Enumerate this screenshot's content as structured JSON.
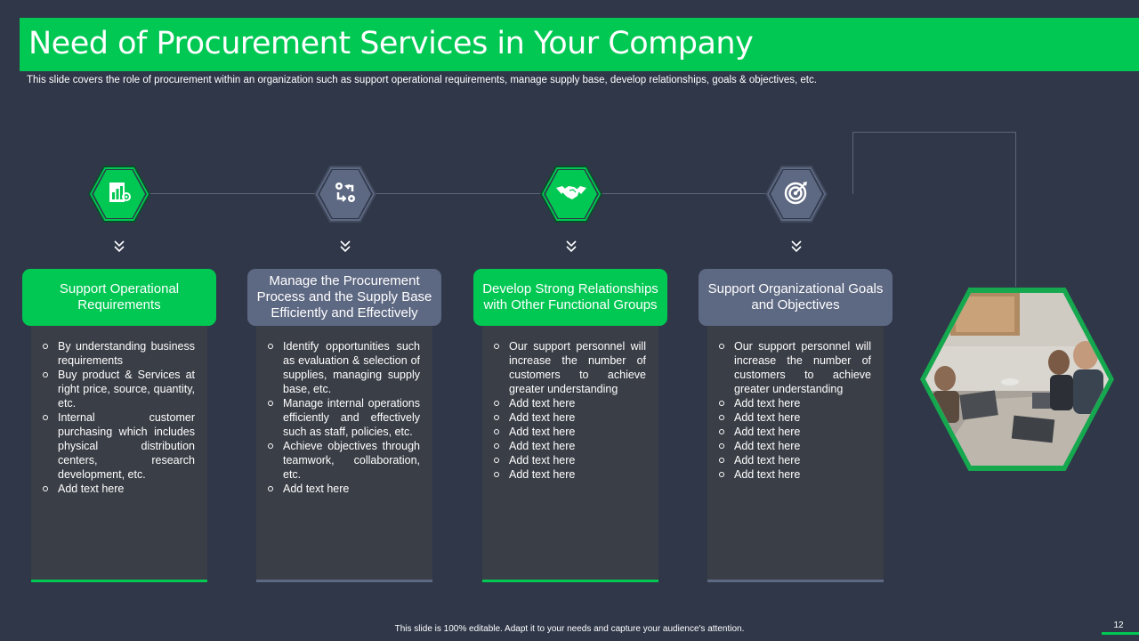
{
  "slide": {
    "title": "Need of Procurement Services in Your Company",
    "subtitle": "This slide covers the role of procurement within an organization such as support operational requirements, manage supply base, develop relationships, goals & objectives, etc.",
    "footer": "This slide is 100% editable.  Adapt it to your needs and capture your audience's attention.",
    "page_number": "12"
  },
  "colors": {
    "accent_green": "#00c853",
    "slate": "#5d6882",
    "background": "#2f3749",
    "card_body": "#3a3e46"
  },
  "cards": [
    {
      "heading": "Support Operational Requirements",
      "icon": "report-chart-icon",
      "style": "green",
      "bullets": [
        "By understanding business requirements",
        "Buy product & Services at right price, source, quantity, etc.",
        "Internal customer purchasing which includes physical distribution centers, research development,  etc.",
        "Add text here"
      ]
    },
    {
      "heading": "Manage the Procurement Process and the Supply Base Efficiently and Effectively",
      "icon": "process-arrows-gears-icon",
      "style": "slate",
      "bullets": [
        "Identify opportunities such as evaluation  & selection of supplies, managing supply base, etc.",
        "Manage internal operations efficiently and effectively  such as staff, policies, etc.",
        "Achieve objectives through teamwork, collaboration, etc.",
        "Add text here"
      ]
    },
    {
      "heading": "Develop Strong Relationships with Other Functional Groups",
      "icon": "handshake-icon",
      "style": "green",
      "bullets": [
        "Our support personnel will increase the number of customers to achieve greater understanding",
        "Add text here",
        "Add text here",
        "Add text here",
        "Add text here",
        "Add text here",
        "Add text here"
      ]
    },
    {
      "heading": "Support Organizational Goals and Objectives",
      "icon": "target-icon",
      "style": "slate",
      "bullets": [
        "Our support personnel will increase the number of customers to achieve greater understanding",
        "Add text here",
        "Add text here",
        "Add text here",
        "Add text here",
        "Add text here",
        "Add text here"
      ]
    }
  ]
}
